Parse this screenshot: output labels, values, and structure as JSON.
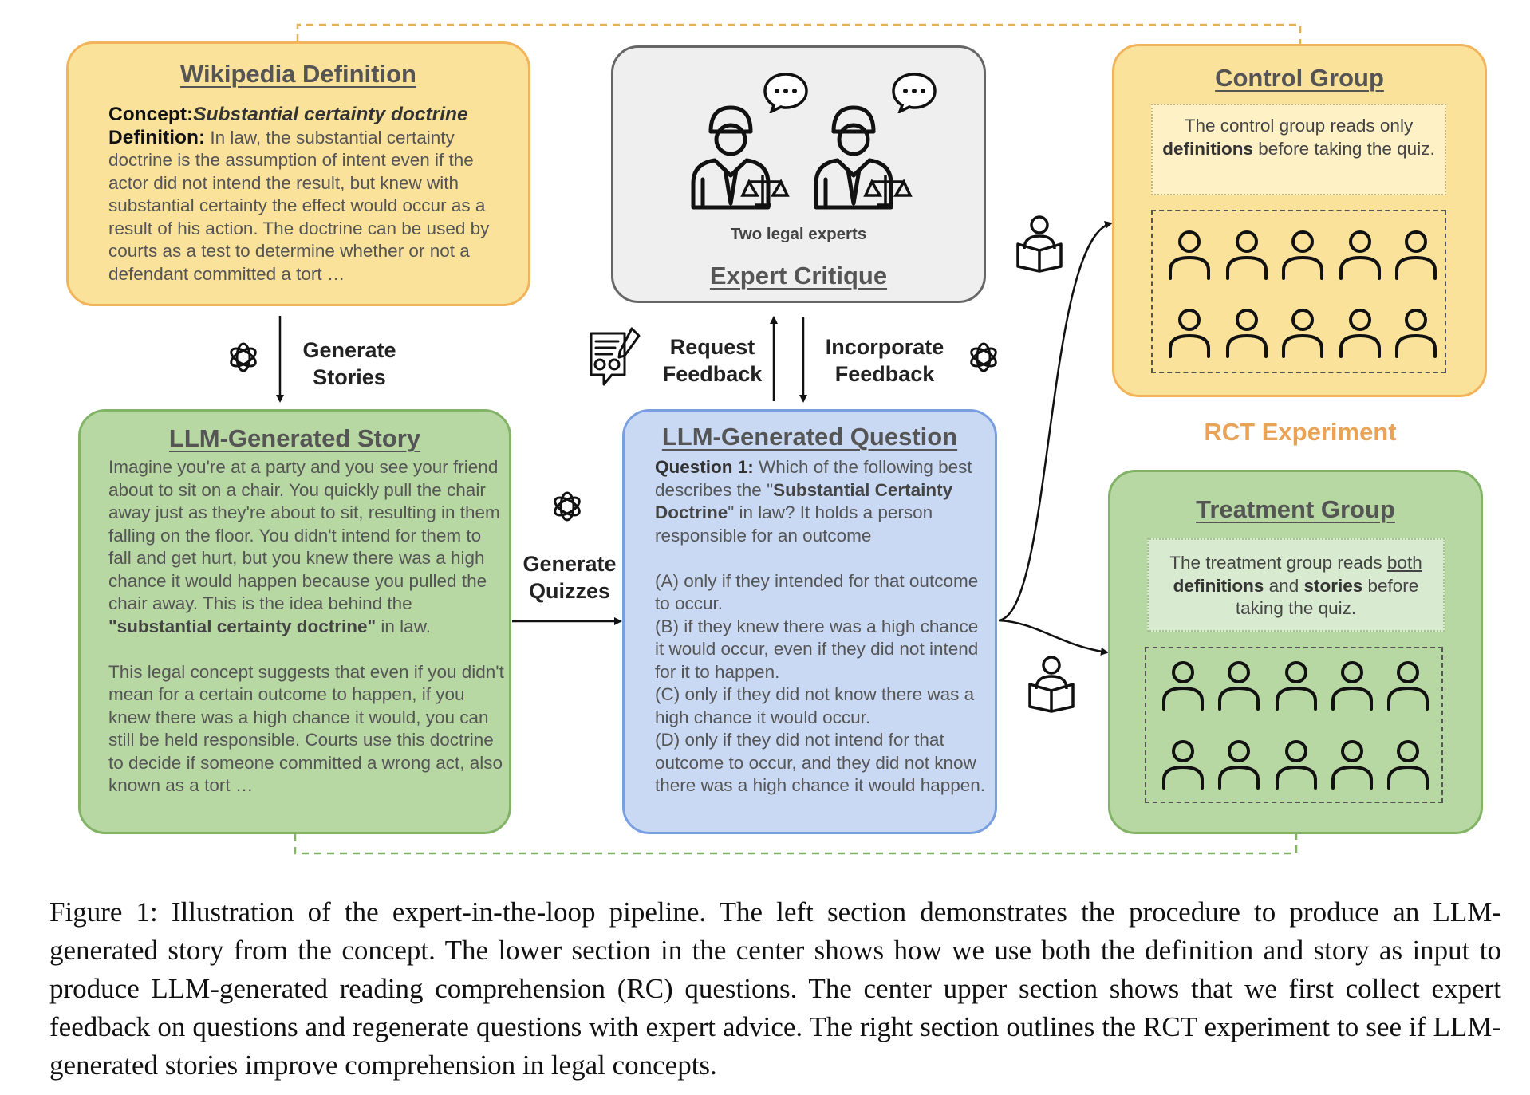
{
  "wiki": {
    "title": "Wikipedia Definition",
    "concept_label": "Concept:",
    "concept_value": "Substantial certainty doctrine",
    "definition_label": "Definition:",
    "definition_text": " In law, the substantial certainty doctrine is the assumption of intent even if the actor did not intend the result, but knew with substantial certainty the effect would occur as a result of his action. The doctrine can be used by courts as a test to determine whether or not a defendant committed a tort …"
  },
  "story": {
    "title": "LLM-Generated Story",
    "p1_before": "Imagine you're at a party and you see your friend about to sit on a chair. You quickly pull the chair away just as they're about to sit, resulting in them falling on the floor. You didn't intend for them to fall and get hurt, but you knew there was a high chance it would happen because you pulled the chair away. This is the idea behind the ",
    "p1_bold": "\"substantial certainty doctrine\"",
    "p1_after": " in law.",
    "p2": "This legal concept suggests that even if you didn't mean for a certain outcome to happen, if you knew there was a high chance it would, you can still be held responsible. Courts use this doctrine to decide if someone committed a wrong act, also known as a tort …"
  },
  "question": {
    "title": "LLM-Generated Question",
    "q_label": "Question 1:",
    "q_text_1": " Which of the following best describes the \"",
    "q_bold": "Substantial Certainty Doctrine",
    "q_text_2": "\" in law? It holds a person responsible for an outcome",
    "option_a": "(A) only if they intended for that outcome to occur.",
    "option_b": "(B) if they knew there was a high chance it would occur, even if they did not intend for it to happen.",
    "option_c": "(C) only if they did not know there was a high chance it would occur.",
    "option_d": "(D) only if they did not intend for that outcome to occur, and they did not know there was a high chance it would happen."
  },
  "expert": {
    "title": "Expert Critique",
    "caption": "Two legal experts"
  },
  "control": {
    "title": "Control Group",
    "note_1": "The control group reads only ",
    "note_bold": "definitions",
    "note_2": " before taking the quiz."
  },
  "treatment": {
    "title": "Treatment Group",
    "note_1": "The treatment group reads ",
    "note_underline": "both",
    "note_bold_1": "definitions",
    "note_and": " and ",
    "note_bold_2": "stories",
    "note_2": " before taking the quiz."
  },
  "labels": {
    "generate_stories": "Generate Stories",
    "generate_quizzes": "Generate Quizzes",
    "request_feedback": "Request Feedback",
    "incorporate_feedback": "Incorporate Feedback",
    "rct_experiment": "RCT Experiment"
  },
  "caption": "Figure 1: Illustration of the expert-in-the-loop pipeline. The left section demonstrates the procedure to produce an LLM-generated story from the concept. The lower section in the center shows how we use both the definition and story as input to produce LLM-generated reading comprehension (RC) questions. The center upper section shows that we first collect expert feedback on questions and regenerate questions with expert advice. The right section outlines the RCT experiment to see if LLM-generated stories improve comprehension in legal concepts.",
  "colors": {
    "yellow_fill": "#fbe29b",
    "green_fill": "#b7d7a3",
    "blue_fill": "#c9d9f4",
    "gray_fill": "#efefef",
    "rct_orange": "#e8a356"
  },
  "icons": [
    "openai-icon",
    "lawyer-icon",
    "speech-bubble-icon",
    "feedback-form-icon",
    "reader-icon",
    "person-icon"
  ]
}
